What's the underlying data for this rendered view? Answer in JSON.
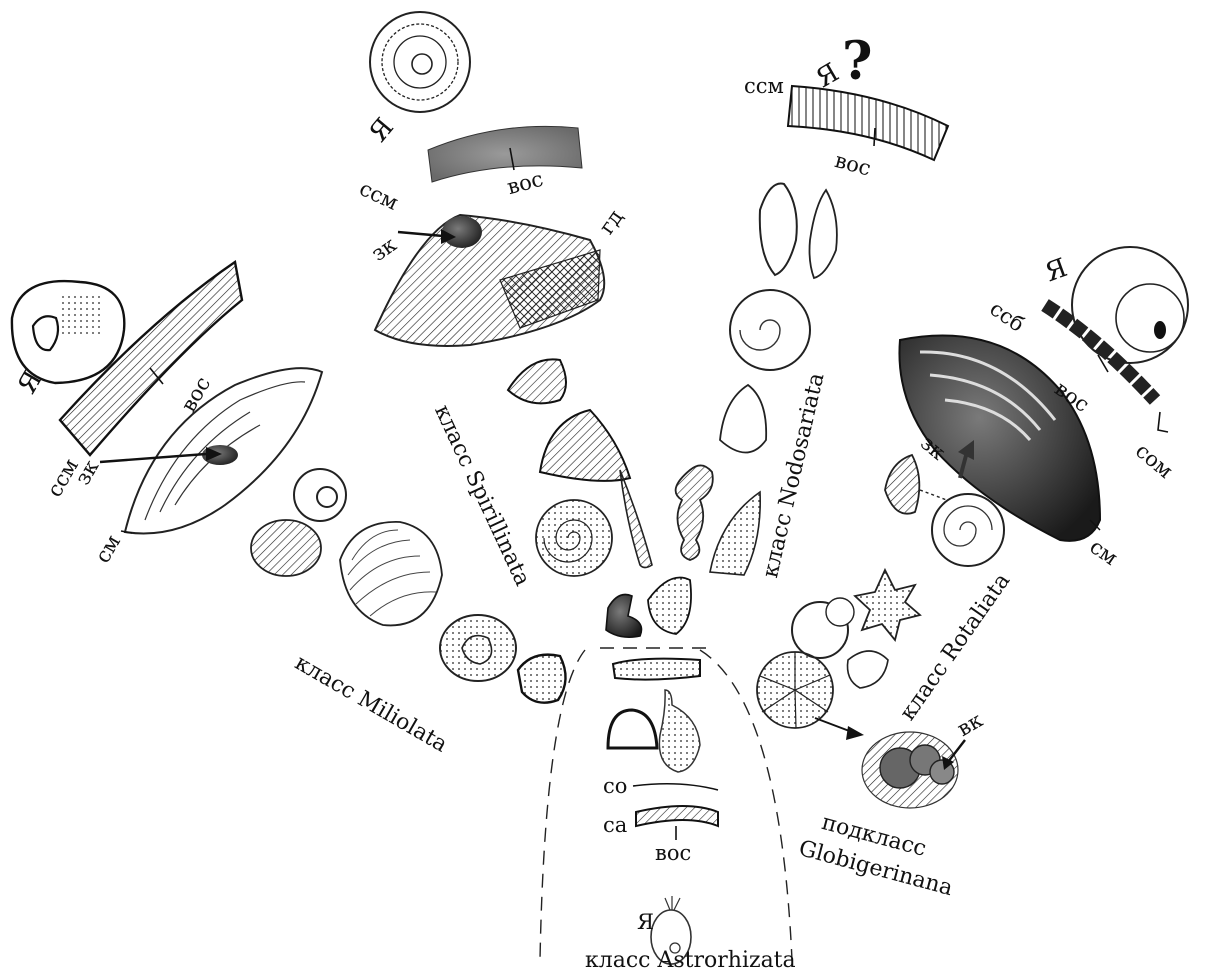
{
  "classes": {
    "astrorhizata": "класс Astrorhizata",
    "miliolata": "класс Miliolata",
    "spirillinata": "класс Spirillinata",
    "nodosariata": "класс Nodosariata",
    "rotaliata": "класс Rotaliata",
    "globigerinana_line1": "подкласс",
    "globigerinana_line2": "Globigerinana"
  },
  "labels": {
    "ya": "Я",
    "ssm": "ссм",
    "vos": "вос",
    "zk": "зк",
    "sm": "см",
    "gd": "гд",
    "ssb": "ссб",
    "som": "сом",
    "vk": "вк",
    "so": "со",
    "sa": "са",
    "question": "?"
  }
}
